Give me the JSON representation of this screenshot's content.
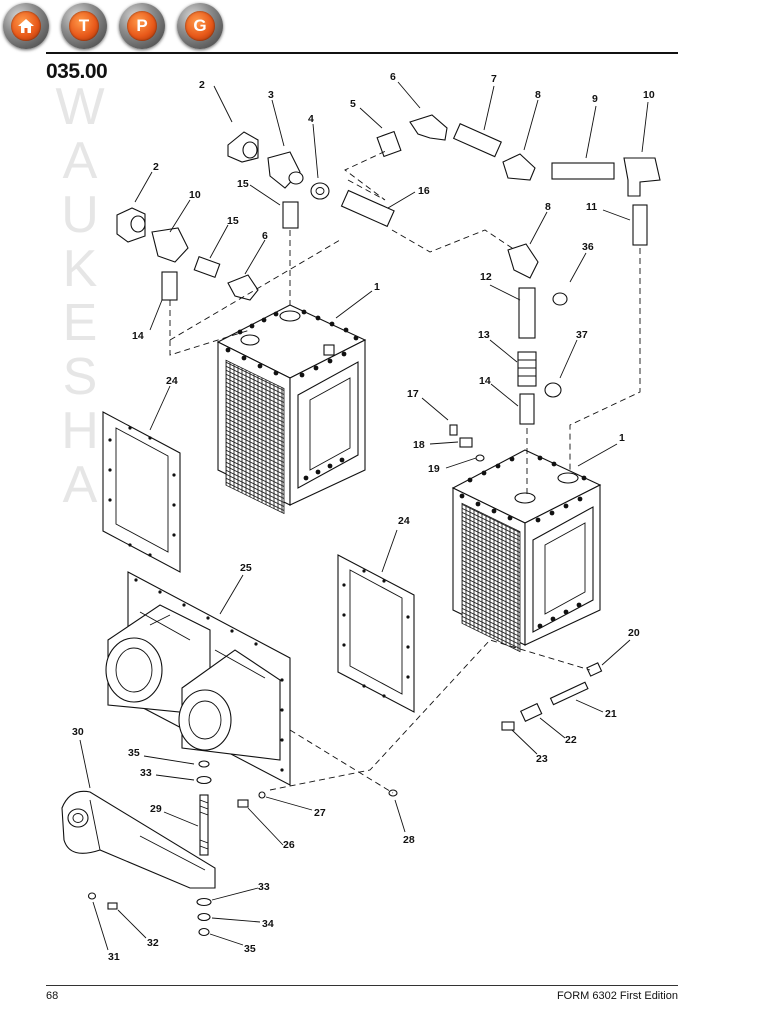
{
  "nav": [
    {
      "id": "home",
      "label": "",
      "icon": "home-icon"
    },
    {
      "id": "t",
      "label": "T",
      "icon": "letter-t-icon"
    },
    {
      "id": "p",
      "label": "P",
      "icon": "letter-p-icon"
    },
    {
      "id": "g",
      "label": "G",
      "icon": "letter-g-icon"
    }
  ],
  "section_number": "035.00",
  "brand_letters": [
    "W",
    "A",
    "U",
    "K",
    "E",
    "S",
    "H",
    "A"
  ],
  "footer": {
    "page_number": "68",
    "form_id": "FORM 6302 First Edition"
  },
  "colors": {
    "nav_orange": "#e8591a",
    "watermark_gray": "#e6e6e6"
  },
  "callouts": [
    "1",
    "1",
    "2",
    "2",
    "3",
    "4",
    "5",
    "6",
    "6",
    "7",
    "8",
    "8",
    "9",
    "10",
    "10",
    "11",
    "12",
    "13",
    "14",
    "14",
    "15",
    "15",
    "16",
    "17",
    "18",
    "19",
    "20",
    "21",
    "22",
    "23",
    "24",
    "24",
    "25",
    "26",
    "27",
    "28",
    "29",
    "30",
    "31",
    "32",
    "33",
    "33",
    "34",
    "35",
    "35",
    "36",
    "37"
  ]
}
